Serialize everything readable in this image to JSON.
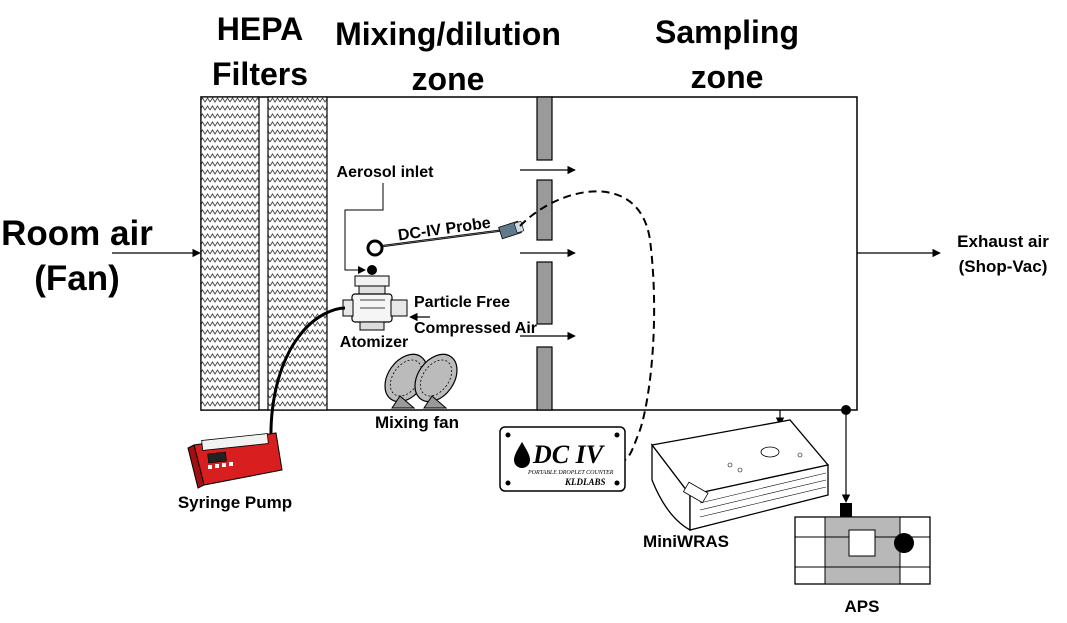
{
  "headings": {
    "hepa_line1": "HEPA",
    "hepa_line2": "Filters",
    "mixing_line1": "Mixing/dilution",
    "mixing_line2": "zone",
    "sampling_line1": "Sampling",
    "sampling_line2": "zone"
  },
  "inlet": {
    "line1": "Room air",
    "line2": "(Fan)"
  },
  "outlet": {
    "line1": "Exhaust air",
    "line2": "(Shop-Vac)"
  },
  "components": {
    "aerosol_inlet": "Aerosol inlet",
    "probe": "DC-IV Probe",
    "particle_free_line1": "Particle Free",
    "particle_free_line2": "Compressed Air",
    "atomizer": "Atomizer",
    "mixing_fan": "Mixing fan",
    "syringe_pump": "Syringe Pump",
    "miniwras": "MiniWRAS",
    "aps": "APS"
  },
  "dc4_device": {
    "title": "DC IV",
    "subtitle": "PORTABLE DROPLET COUNTER",
    "brand": "KLDLABS"
  },
  "colors": {
    "syringe_pump": "#d81e1e",
    "line": "#000000",
    "hepa_fill": "#e8e8e8",
    "baffle": "#9a9a9a",
    "aps_gray": "#b8b8b8"
  }
}
